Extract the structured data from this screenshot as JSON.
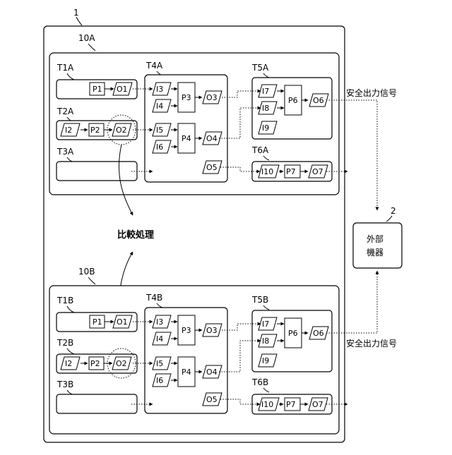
{
  "labels": {
    "system": "1",
    "unit_a": "10A",
    "unit_b": "10B",
    "external_ref": "2",
    "external_line1": "外部",
    "external_line2": "機器",
    "compare": "比較処理",
    "safety_signal_a": "安全出力信号",
    "safety_signal_b": "安全出力信号"
  },
  "unit_a": {
    "tasks": [
      "T1A",
      "T2A",
      "T3A",
      "T4A",
      "T5A",
      "T6A"
    ]
  },
  "unit_b": {
    "tasks": [
      "T1B",
      "T2B",
      "T3B",
      "T4B",
      "T5B",
      "T6B"
    ]
  },
  "cells": {
    "P1": "P1",
    "O1": "O1",
    "I2": "I2",
    "P2": "P2",
    "O2": "O2",
    "I3": "I3",
    "I4": "I4",
    "P3": "P3",
    "O3": "O3",
    "I5": "I5",
    "I6": "I6",
    "P4": "P4",
    "O4": "O4",
    "O5": "O5",
    "I7": "I7",
    "I8": "I8",
    "I9": "I9",
    "P6": "P6",
    "O6": "O6",
    "I10": "I10",
    "P7": "P7",
    "O7": "O7"
  }
}
